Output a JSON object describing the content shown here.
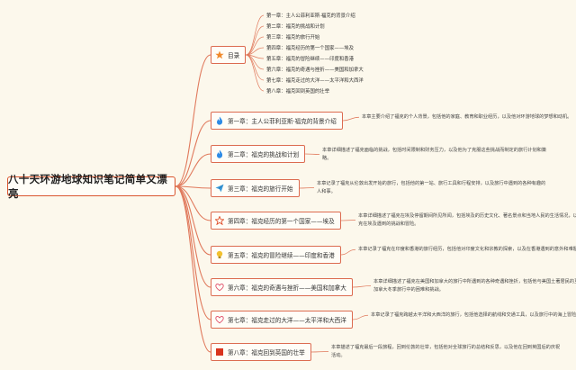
{
  "root": {
    "title": "八十天环游地球知识笔记简单又漂亮"
  },
  "toc": {
    "label": "目录",
    "items": [
      "第一章：主人公菲利亚斯·福克的背景介绍",
      "第二章：福克的挑战和计划",
      "第三章：福克的旅行开始",
      "第四章：福克经历的第一个国家——埃及",
      "第五章：福克的冒险继续——印度和香港",
      "第六章：福克的奇遇与挫折——美国和加拿大",
      "第七章：福克走过的大洋——太平洋和大西洋",
      "第八章：福克回到英国的壮举"
    ]
  },
  "chapters": [
    {
      "title": "第一章：主人公菲利亚斯·福克的背景介绍",
      "icon": "flame-icon",
      "desc": "本章主要介绍了福克的个人背景，包括他的家庭、教育和职业经历，以及他对环游地球的梦想和动机。"
    },
    {
      "title": "第二章：福克的挑战和计划",
      "icon": "flame-icon",
      "desc": "本章详细描述了福克面临的挑战，包括时间限制和财务压力，以及他为了克服这些挑战而制定的旅行计划和策略。"
    },
    {
      "title": "第三章：福克的旅行开始",
      "icon": "paper-plane-icon",
      "desc": "本章记录了福克从伦敦出发开始的旅行，包括他的第一站、旅行工具和行程安排，以及旅行中遇到的各种有趣的人和事。"
    },
    {
      "title": "第四章：福克经历的第一个国家——埃及",
      "icon": "star-icon",
      "desc": "本章详细描述了福克在埃及停留期间所见所闻，包括埃及的历史文化、著名景点和当地人民的生活情况，以及福克在埃及遇到的挑战和冒险。"
    },
    {
      "title": "第五章：福克的冒险继续——印度和香港",
      "icon": "lightbulb-icon",
      "desc": "本章记录了福克在印度和香港的旅行经历，包括他对印度文化和宗教的探索，以及在香港遇到的意外和难题。"
    },
    {
      "title": "第六章：福克的奇遇与挫折——美国和加拿大",
      "icon": "heart-icon",
      "desc": "本章详细描述了福克在美国和加拿大的旅行中所遇到的各种奇遇和挫折，包括他与美国土著居民的互动，以及在加拿大冬季旅行中的困难和挑战。"
    },
    {
      "title": "第七章：福克走过的大洋——太平洋和大西洋",
      "icon": "heart-icon",
      "desc": "本章记录了福克跨越太平洋和大西洋的旅行，包括他选择的航线和交通工具，以及旅行中的海上冒险和遭遇。"
    },
    {
      "title": "第八章：福克回到英国的壮举",
      "icon": "flag-icon",
      "desc": "本章描述了福克最后一段旅程，回到伦敦的壮举，包括他对全球旅行的总结和反思，以及他在回到英国后的庆祝活动。"
    }
  ],
  "colors": {
    "branch": "#e0795c",
    "accent": "#d9562f",
    "background": "#fcf8ec"
  }
}
